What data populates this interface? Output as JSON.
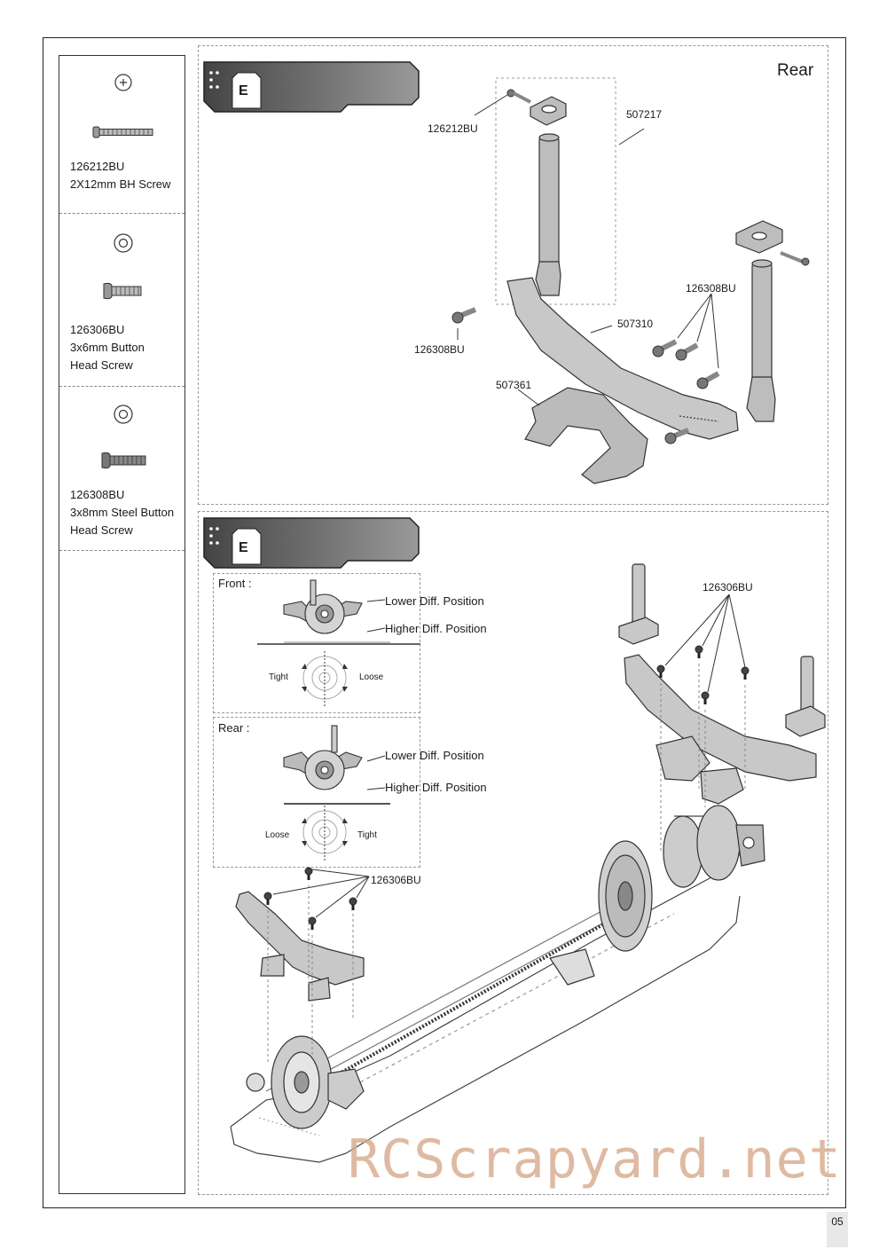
{
  "parts": [
    {
      "code": "126212BU",
      "desc": [
        "2X12mm BH Screw"
      ]
    },
    {
      "code": "126306BU",
      "desc": [
        "3x6mm Button",
        "Head Screw"
      ]
    },
    {
      "code": "126308BU",
      "desc": [
        "3x8mm Steel Button",
        "Head Screw"
      ]
    }
  ],
  "step1": {
    "bag_letter": "E",
    "title": "Rear",
    "callouts": [
      "126212BU",
      "507217",
      "126308BU",
      "507310",
      "126308BU",
      "507361"
    ]
  },
  "step2": {
    "bag_letter": "E",
    "front": {
      "heading": "Front :",
      "lower": "Lower Diff. Position",
      "higher": "Higher Diff. Position",
      "left": "Tight",
      "right": "Loose"
    },
    "rear": {
      "heading": "Rear :",
      "lower": "Lower Diff. Position",
      "higher": "Higher Diff. Position",
      "left": "Loose",
      "right": "Tight"
    },
    "callouts": [
      "126306BU",
      "126306BU"
    ]
  },
  "watermark": "RCScrapyard.net",
  "page_number": "05"
}
